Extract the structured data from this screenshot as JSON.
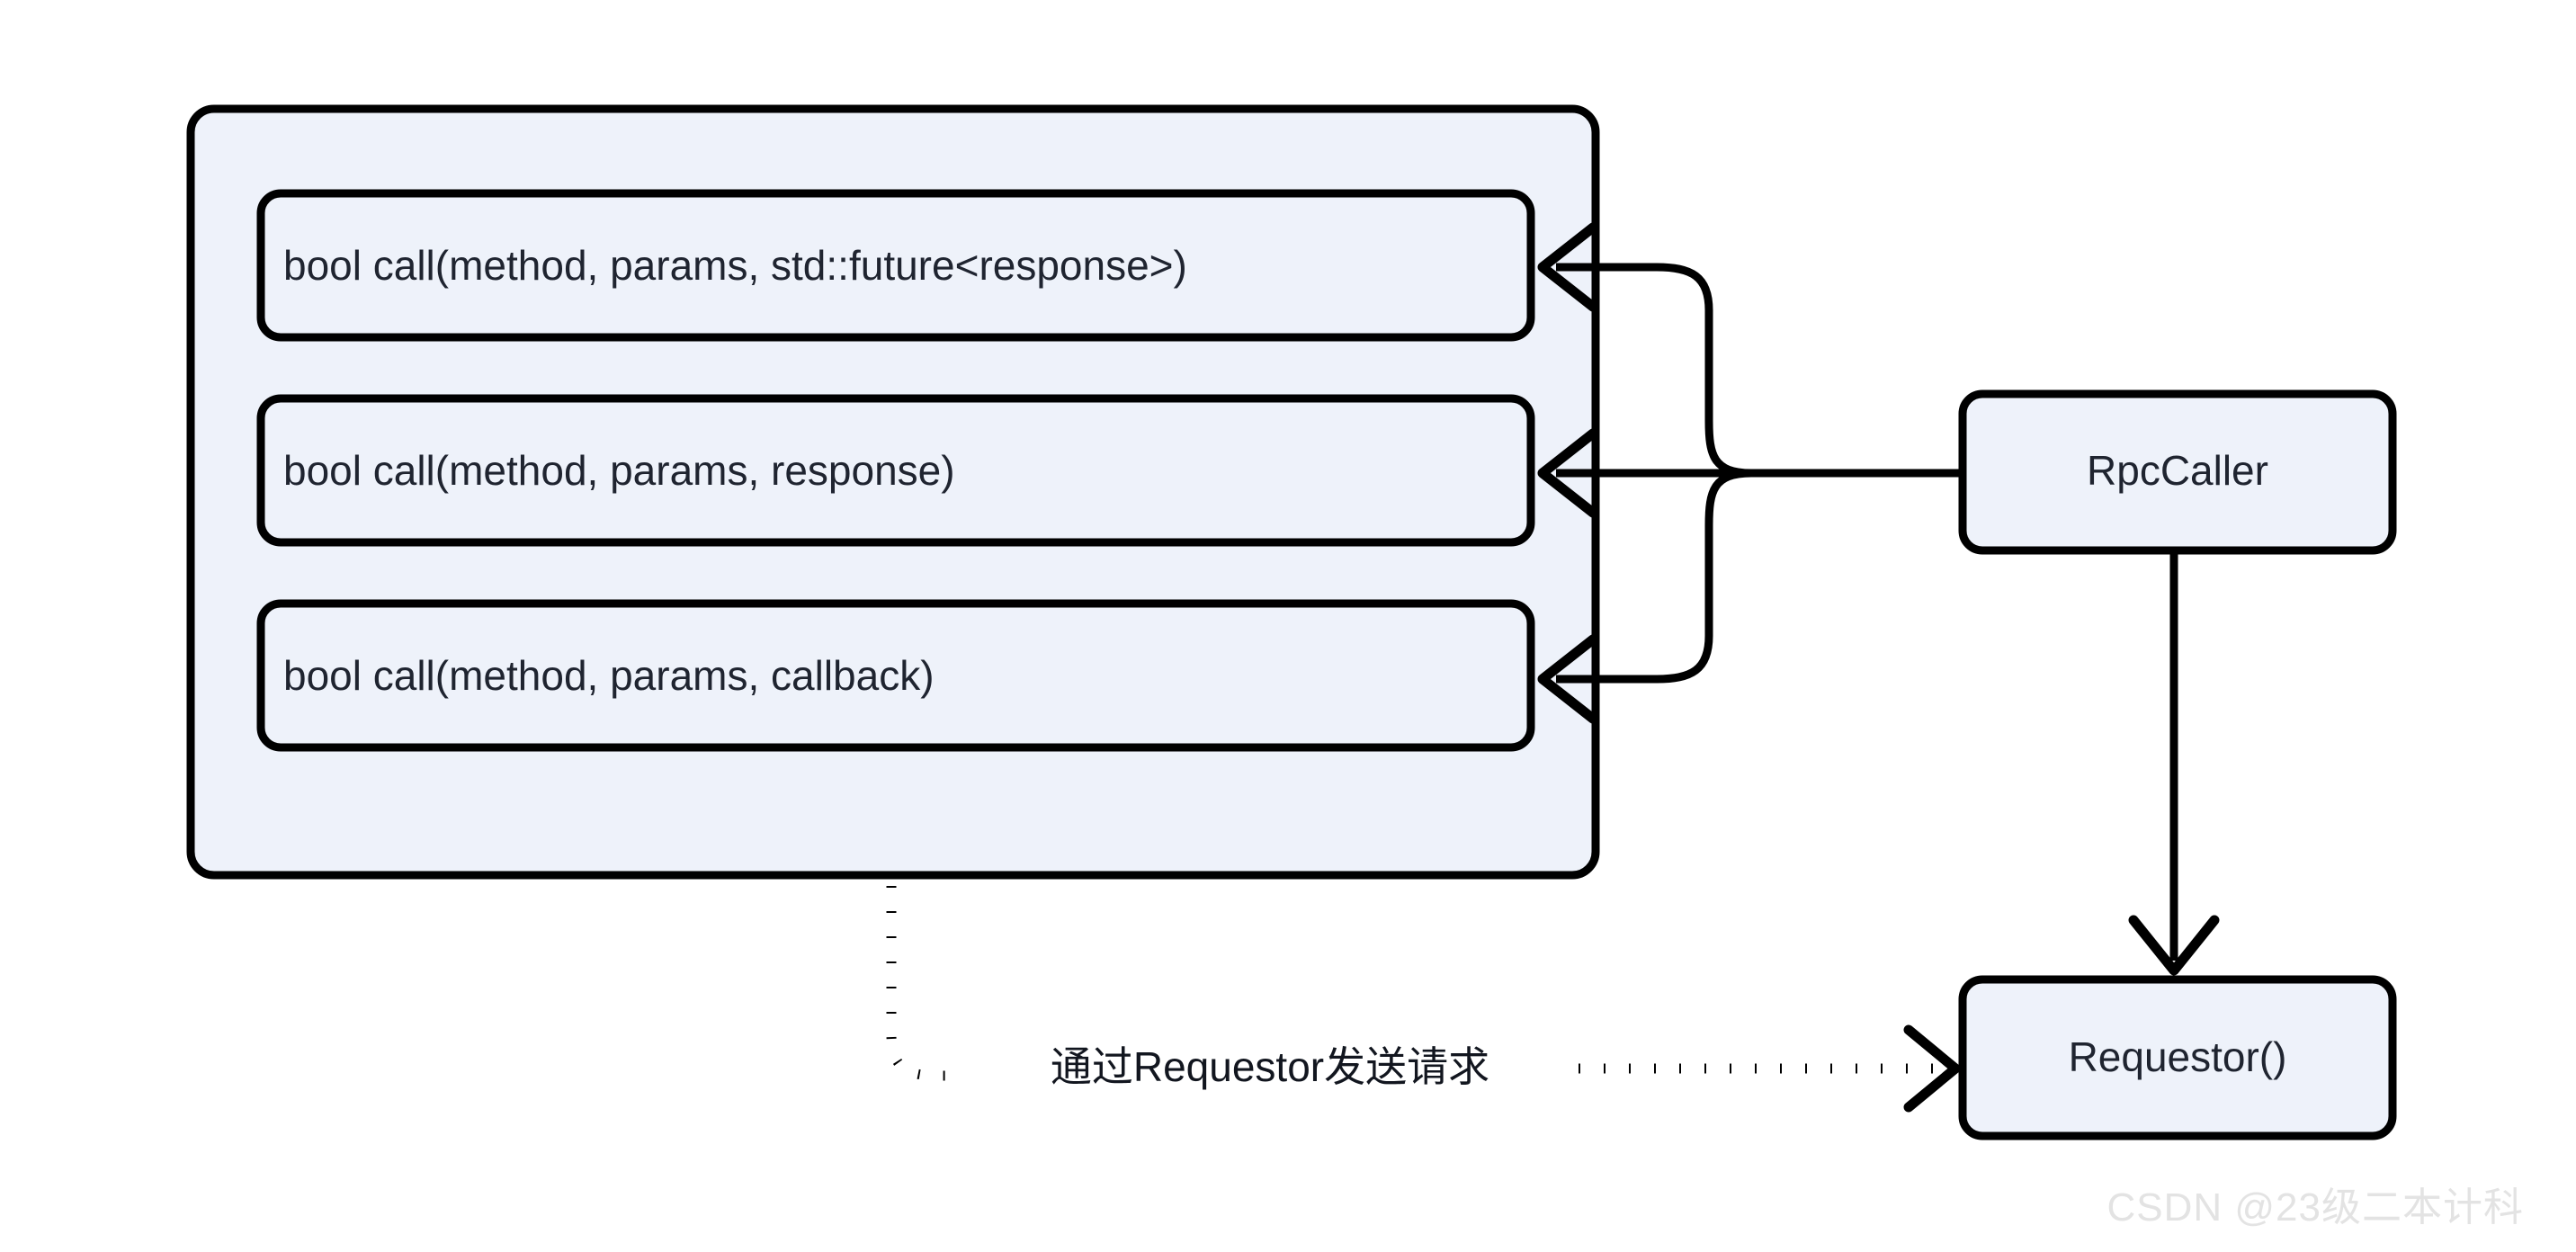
{
  "diagram": {
    "type": "flowchart",
    "background_color": "#ffffff",
    "node_fill_color": "#eef2fa",
    "node_stroke_color": "#000000",
    "text_color": "#1f2430",
    "container": {
      "name": "rpc-caller-methods-group",
      "label": "",
      "methods": [
        {
          "id": "call-future",
          "label": "bool call(method,  params, std::future<response>)"
        },
        {
          "id": "call-response",
          "label": "bool call(method,  params, response)"
        },
        {
          "id": "call-callback",
          "label": "bool call(method,  params, callback)"
        }
      ]
    },
    "nodes": [
      {
        "id": "rpc-caller",
        "label": "RpcCaller"
      },
      {
        "id": "requestor",
        "label": "Requestor()"
      }
    ],
    "edges": [
      {
        "id": "rpccaller-to-call-future",
        "from": "RpcCaller",
        "to": "bool call(method,  params, std::future<response>)",
        "style": "solid",
        "label": ""
      },
      {
        "id": "rpccaller-to-call-response",
        "from": "RpcCaller",
        "to": "bool call(method,  params, response)",
        "style": "solid",
        "label": ""
      },
      {
        "id": "rpccaller-to-call-callback",
        "from": "RpcCaller",
        "to": "bool call(method,  params, callback)",
        "style": "solid",
        "label": ""
      },
      {
        "id": "rpccaller-to-requestor",
        "from": "RpcCaller",
        "to": "Requestor()",
        "style": "solid",
        "label": ""
      },
      {
        "id": "methods-to-requestor",
        "from": "rpc-caller-methods-group",
        "to": "Requestor()",
        "style": "dotted",
        "label": "通过Requestor发送请求"
      }
    ]
  },
  "watermark": {
    "text": "CSDN @23级二本计科"
  }
}
